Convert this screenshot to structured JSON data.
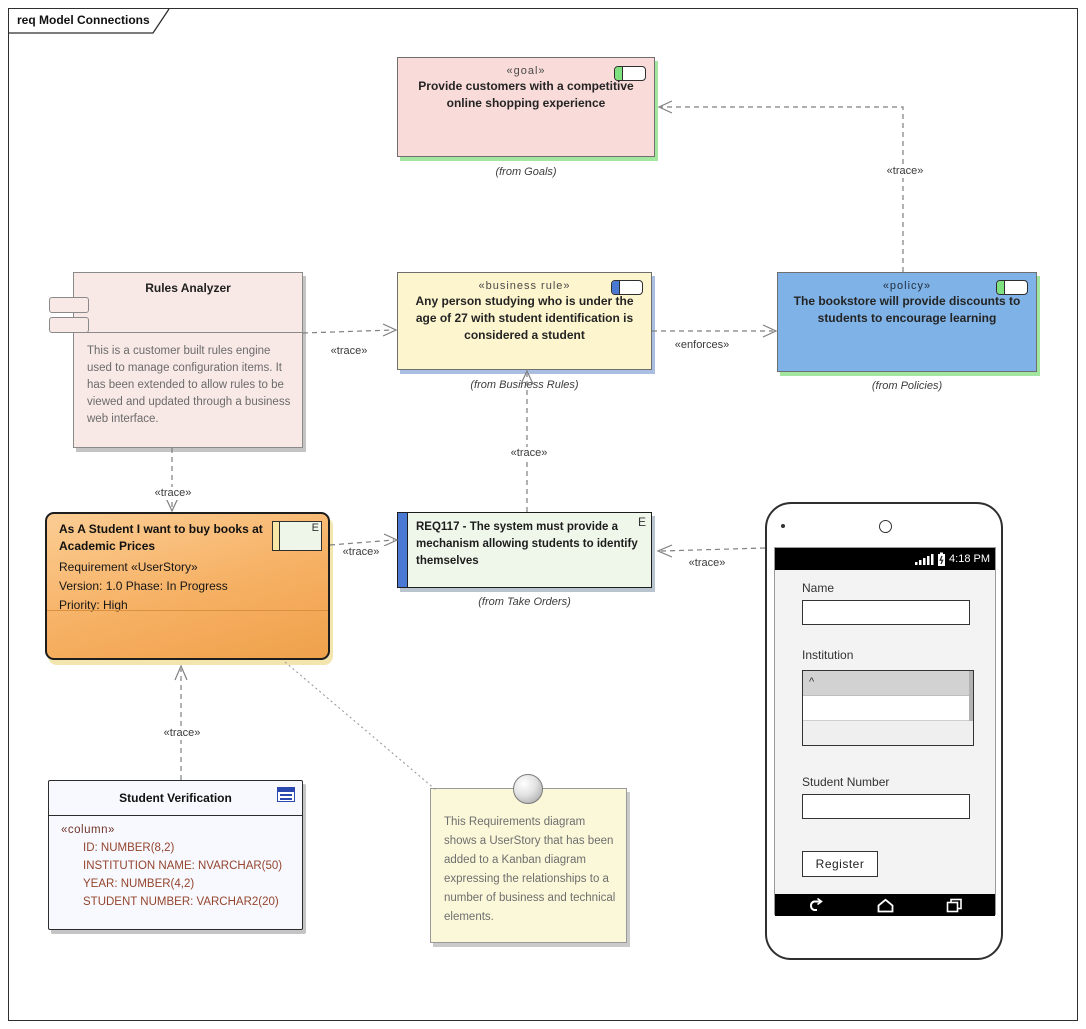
{
  "frame": {
    "title": "req Model Connections"
  },
  "goal": {
    "stereotype": "«goal»",
    "body": "Provide customers with a competitive online shopping experience",
    "caption": "(from Goals)"
  },
  "business_rule": {
    "stereotype": "«business rule»",
    "body": "Any person studying who is under the age of 27 with student identification is considered a student",
    "caption": "(from Business Rules)"
  },
  "policy": {
    "stereotype": "«policy»",
    "body": "The bookstore will provide discounts to students to encourage learning",
    "caption": "(from Policies)"
  },
  "rules_analyzer": {
    "title": "Rules Analyzer",
    "description": "This is a customer built rules engine used to manage configuration items. It has been extended to allow rules to be viewed and updated through a business web interface."
  },
  "user_story": {
    "title": "As A Student I want to buy books at Academic Prices",
    "requirement": "Requirement «UserStory»",
    "version_phase": "Version: 1.0 Phase: In Progress",
    "priority": "Priority: High",
    "corner_letter": "E"
  },
  "req117": {
    "body": "REQ117 - The system must provide a mechanism allowing students to identify themselves",
    "caption": "(from Take Orders)",
    "corner_letter": "E"
  },
  "student_verification": {
    "title": "Student Verification",
    "stereotype": "«column»",
    "columns": [
      "ID: NUMBER(8,2)",
      "INSTITUTION NAME: NVARCHAR(50)",
      "YEAR: NUMBER(4,2)",
      "STUDENT NUMBER: VARCHAR2(20)"
    ]
  },
  "note": {
    "text": "This Requirements diagram shows a UserStory that has been added to a Kanban diagram expressing the relationships to a number of business and technical elements."
  },
  "phone": {
    "status_time": "4:18 PM",
    "name_label": "Name",
    "institution_label": "Institution",
    "list_header_glyph": "^",
    "student_number_label": "Student Number",
    "register_label": "Register"
  },
  "connector_labels": {
    "policy_to_goal": "«trace»",
    "analyzer_to_rule": "«trace»",
    "rule_to_policy": "«enforces»",
    "req_to_rule": "«trace»",
    "story_to_req": "«trace»",
    "phone_to_req": "«trace»",
    "analyzer_to_story": "«trace»",
    "verification_to_story": "«trace»"
  },
  "colors": {
    "goal_fill": "#f9dcda",
    "goal_glow": "#a2e6a0",
    "business_rule_fill": "#fdf5ce",
    "business_rule_glow": "#a9bee0",
    "policy_fill": "#7fb2e6",
    "policy_glow": "#a2e6a0",
    "rules_analyzer_fill": "#f8e9e7",
    "user_story_fill": "#f6b063",
    "user_story_glow": "#f2e5ad",
    "req117_fill": "#eff7eb",
    "req117_bar": "#4a79d4",
    "table_fill": "#f8f9fe",
    "table_text": "#94452e",
    "note_fill": "#fbf8d9",
    "connector": "#7f7f7f"
  }
}
